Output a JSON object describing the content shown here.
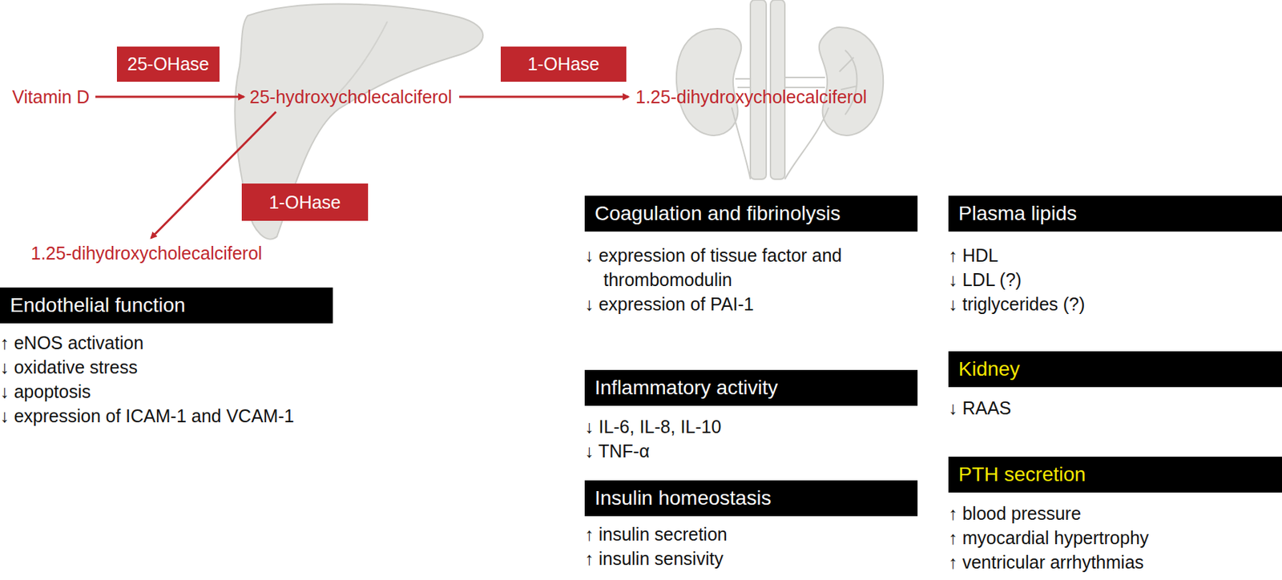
{
  "diagram": {
    "nodes": [
      {
        "text": [
          "Vitamin D"
        ]
      },
      {
        "text": [
          "25-hydroxycholecalciferol"
        ]
      },
      {
        "text": [
          "1.25-dihydroxycholecalciferol"
        ]
      },
      {
        "text": [
          "1.25-dihydroxycholecalciferol"
        ]
      },
      {
        "text": [
          "Endothelial function",
          "↑ eNOS activation",
          "↓ oxidative stress",
          "↓ apoptosis",
          "↓ expression of ICAM-1 and VCAM-1"
        ]
      },
      {
        "text": [
          "Coagulation and fibrinolysis",
          "↓ expression of tissue factor and thrombomodulin",
          "↓ expression of PAI-1"
        ]
      },
      {
        "text": [
          "Inflammatory activity",
          "↓ IL-6, IL-8, IL-10",
          "↓ TNF-α"
        ]
      },
      {
        "text": [
          "Insulin homeostasis",
          "↑ insulin secretion",
          "↑ insulin sensivity"
        ]
      },
      {
        "text": [
          "Plasma lipids",
          "↑ HDL",
          "↓ LDL (?)",
          "↓ triglycerides (?)"
        ]
      },
      {
        "text": [
          "Kidney",
          "↓ RAAS"
        ]
      },
      {
        "text": [
          "PTH secretion",
          "↑ blood pressure",
          "↑ myocardial hypertrophy",
          "↑ ventricular arrhythmias"
        ]
      }
    ],
    "edges": [
      {
        "from": 0,
        "to": 1,
        "label": "25-OHase",
        "arrow": "to"
      },
      {
        "from": 1,
        "to": 2,
        "label": "1-OHase",
        "arrow": "to"
      },
      {
        "from": 1,
        "to": 3,
        "label": "1-OHase",
        "arrow": "to"
      }
    ]
  }
}
